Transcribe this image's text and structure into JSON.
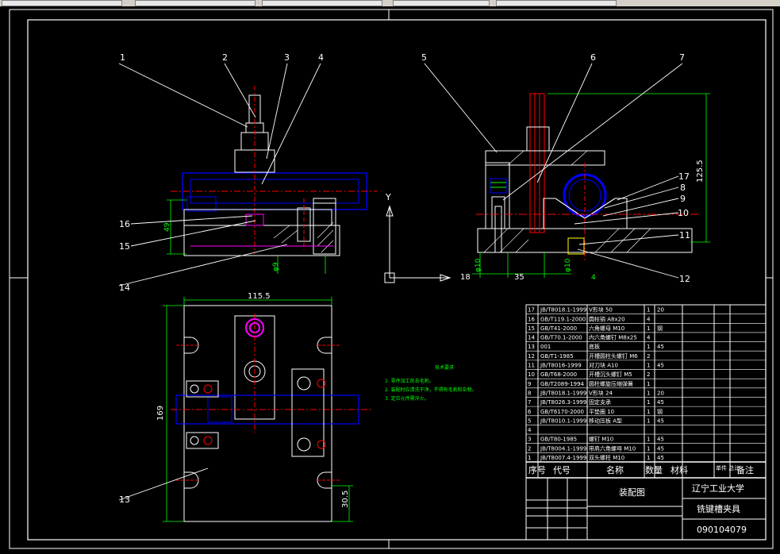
{
  "part_labels": [
    "1",
    "2",
    "3",
    "4",
    "5",
    "6",
    "7",
    "8",
    "9",
    "10",
    "11",
    "12",
    "13",
    "14",
    "15",
    "16",
    "17"
  ],
  "axis": {
    "y": "Y"
  },
  "dims": {
    "top_width": "115.5",
    "height_left": "169",
    "bottom_right": "30.5",
    "height_right": "125.5",
    "left_side": "49",
    "d1": "35",
    "d2": "18",
    "d3": "φ9",
    "d4": "φ10",
    "d5": "φ10",
    "d6": "4"
  },
  "tech_notes": {
    "title": "技术要求",
    "lines": [
      "1. 零件加工前去毛刺。",
      "2. 装配时应清洗干净，不得有毛刺和杂物。",
      "3. 定位元件需淬火。"
    ]
  },
  "bom": {
    "rows": [
      {
        "no": "17",
        "code": "JB/T8018.1-1999",
        "name": "V形块 50",
        "qty": "1",
        "mat": "20"
      },
      {
        "no": "16",
        "code": "GB/T119.1-2000",
        "name": "圆柱销 A8x20",
        "qty": "4",
        "mat": ""
      },
      {
        "no": "15",
        "code": "GB/T41-2000",
        "name": "六角螺母 M10",
        "qty": "1",
        "mat": "钢"
      },
      {
        "no": "14",
        "code": "GB/T70.1-2000",
        "name": "内六角螺钉 M8x25",
        "qty": "4",
        "mat": ""
      },
      {
        "no": "13",
        "code": "001",
        "name": "底板",
        "qty": "1",
        "mat": "45"
      },
      {
        "no": "12",
        "code": "GB/T1-1985",
        "name": "开槽圆柱头螺钉 M6",
        "qty": "2",
        "mat": ""
      },
      {
        "no": "11",
        "code": "JB/T8016-1999",
        "name": "对刀块 A10",
        "qty": "1",
        "mat": "45"
      },
      {
        "no": "10",
        "code": "GB/T68-2000",
        "name": "开槽沉头螺钉 M5",
        "qty": "2",
        "mat": ""
      },
      {
        "no": "9",
        "code": "GB/T2089-1994",
        "name": "圆柱螺旋压缩弹簧",
        "qty": "1",
        "mat": ""
      },
      {
        "no": "8",
        "code": "JB/T8018.1-1999",
        "name": "V形块 24",
        "qty": "1",
        "mat": "20"
      },
      {
        "no": "7",
        "code": "JB/T8026.3-1999",
        "name": "固定支承",
        "qty": "1",
        "mat": "45"
      },
      {
        "no": "6",
        "code": "GB/T6170-2000",
        "name": "平垫圈 10",
        "qty": "1",
        "mat": "钢"
      },
      {
        "no": "5",
        "code": "JB/T8010.1-1999",
        "name": "移动压板 A型",
        "qty": "1",
        "mat": "45"
      },
      {
        "no": "4",
        "code": "",
        "name": "",
        "qty": "",
        "mat": ""
      },
      {
        "no": "3",
        "code": "GB/T80-1985",
        "name": "螺钉 M10",
        "qty": "1",
        "mat": "45"
      },
      {
        "no": "2",
        "code": "JB/T8004.1-1999",
        "name": "带肩六角螺母 M10",
        "qty": "1",
        "mat": "45"
      },
      {
        "no": "1",
        "code": "JB/T8007.4-1999",
        "name": "双头螺柱 M10",
        "qty": "1",
        "mat": "45"
      }
    ],
    "header": {
      "no": "序号",
      "code": "代号",
      "name": "名称",
      "qty": "数量",
      "mat": "材料",
      "weight": "单件 总计",
      "note": "备注"
    }
  },
  "title_block": {
    "drawing_type": "装配图",
    "university": "辽宁工业大学",
    "title": "铣键槽夹具",
    "number": "090104079"
  },
  "colors": {
    "frame": "#ffffff",
    "part": "#ff0000",
    "blue": "#0000ff",
    "green": "#00ff00",
    "magenta": "#ff00ff",
    "yellow": "#ffff00"
  }
}
